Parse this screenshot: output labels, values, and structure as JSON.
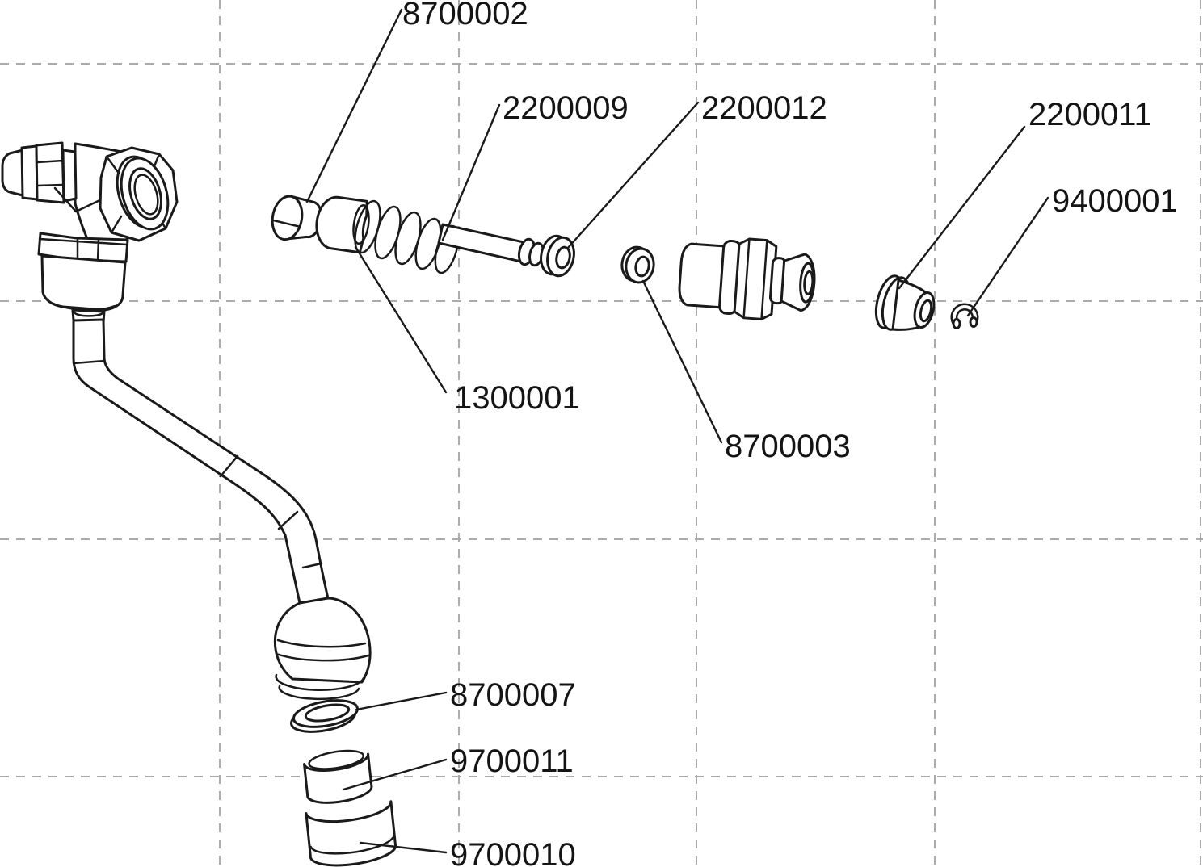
{
  "diagram": {
    "kind": "exploded-parts-diagram",
    "background_color": "#ffffff",
    "line_color": "#1a1a1a",
    "grid_color": "#ababab",
    "parts": [
      {
        "part_number": "8700002"
      },
      {
        "part_number": "2200009"
      },
      {
        "part_number": "2200012"
      },
      {
        "part_number": "2200011"
      },
      {
        "part_number": "9400001"
      },
      {
        "part_number": "1300001"
      },
      {
        "part_number": "8700003"
      },
      {
        "part_number": "8700007"
      },
      {
        "part_number": "9700011"
      },
      {
        "part_number": "9700010"
      }
    ]
  }
}
